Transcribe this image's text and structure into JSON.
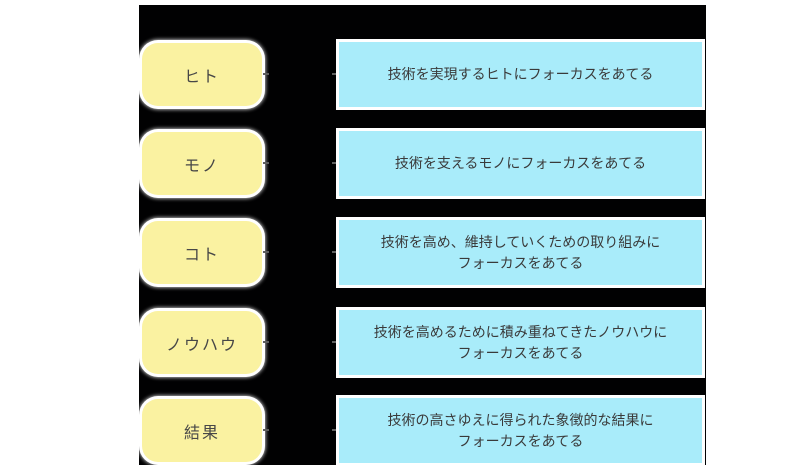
{
  "colors": {
    "page_background": "#ffffff",
    "panel_background": "#010102",
    "label_box_fill": "#FAF2A1",
    "description_box_fill": "#A9ECFA",
    "box_outline": "#ffffff",
    "text": "#3a3a3a",
    "connector_tick": "#5f5f5f"
  },
  "diagram": {
    "rows": [
      {
        "label": "ヒト",
        "description": [
          "技術を実現するヒトにフォーカスをあてる"
        ]
      },
      {
        "label": "モノ",
        "description": [
          "技術を支えるモノにフォーカスをあてる"
        ]
      },
      {
        "label": "コト",
        "description": [
          "技術を高め、維持していくための取り組みに",
          "フォーカスをあてる"
        ]
      },
      {
        "label": "ノウハウ",
        "description": [
          "技術を高めるために積み重ねてきたノウハウに",
          "フォーカスをあてる"
        ]
      },
      {
        "label": "結果",
        "description": [
          "技術の高さゆえに得られた象徴的な結果に",
          "フォーカスをあてる"
        ]
      }
    ]
  }
}
